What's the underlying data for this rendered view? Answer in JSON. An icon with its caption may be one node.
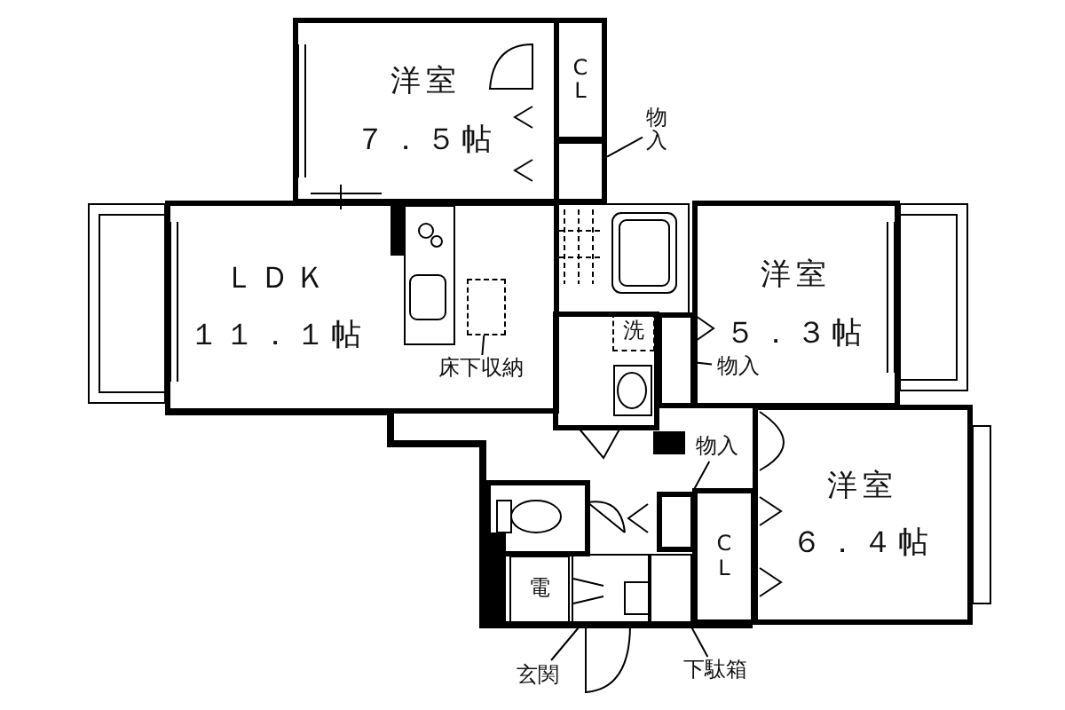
{
  "diagram": {
    "nodes": [
      {
        "text": [
          "洋室",
          "７．５帖"
        ]
      },
      {
        "text": [
          "CL"
        ]
      },
      {
        "text": [],
        "shape": "box"
      },
      {
        "text": [
          "物入"
        ]
      },
      {
        "text": [
          "ＬＤＫ",
          "１１．１帖"
        ]
      },
      {
        "text": [],
        "shape": "box",
        "in": 4
      },
      {
        "text": [
          "床下収納"
        ],
        "in": 4
      },
      {
        "text": [],
        "shape": "box"
      },
      {
        "text": [
          "物入"
        ],
        "in": 9
      },
      {
        "text": [
          "洋室",
          "５．３帖"
        ]
      },
      {
        "text": [
          "洗"
        ]
      },
      {
        "text": [],
        "shape": "box"
      },
      {
        "text": [
          "物入"
        ]
      },
      {
        "text": [
          "洋室",
          "６．４帖"
        ]
      },
      {
        "text": [
          "CL"
        ]
      },
      {
        "text": [
          "電"
        ]
      },
      {
        "text": [],
        "shape": "box"
      },
      {
        "text": [
          "玄関"
        ]
      },
      {
        "text": [],
        "shape": "box"
      },
      {
        "text": [
          "下駄箱"
        ]
      }
    ],
    "edges": [
      {
        "from": 3,
        "to": 2,
        "arrow": "none"
      },
      {
        "from": 6,
        "to": 5,
        "arrow": "none"
      },
      {
        "from": 8,
        "to": 7,
        "arrow": "none"
      },
      {
        "from": 12,
        "to": 11,
        "arrow": "none"
      },
      {
        "from": 17,
        "to": 16,
        "arrow": "none"
      },
      {
        "from": 19,
        "to": 18,
        "arrow": "none"
      }
    ]
  }
}
